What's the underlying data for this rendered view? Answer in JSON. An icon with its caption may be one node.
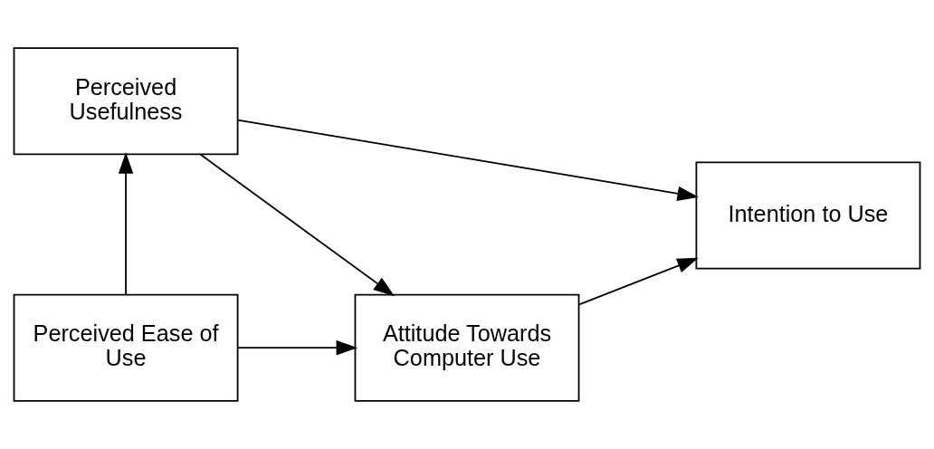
{
  "diagram": {
    "nodes": [
      {
        "text": [
          "Perceived Usefulness"
        ]
      },
      {
        "text": [
          "Perceived Ease of Use"
        ]
      },
      {
        "text": [
          "Attitude Towards Computer Use"
        ]
      },
      {
        "text": [
          "Intention to Use"
        ]
      }
    ],
    "edges": [
      {
        "from": 1,
        "to": 0,
        "arrow": "to"
      },
      {
        "from": 0,
        "to": 2,
        "arrow": "to"
      },
      {
        "from": 1,
        "to": 2,
        "arrow": "to"
      },
      {
        "from": 0,
        "to": 3,
        "arrow": "to"
      },
      {
        "from": 2,
        "to": 3,
        "arrow": "to"
      }
    ]
  }
}
